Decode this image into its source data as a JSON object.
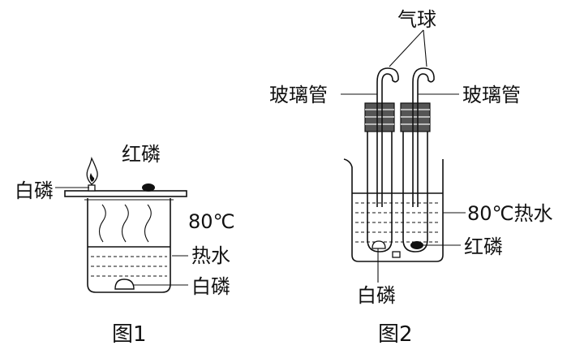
{
  "figure1": {
    "label_white_phosphorus_top": "白磷",
    "label_red_phosphorus": "红磷",
    "label_temperature": "80℃",
    "label_hot_water": "热水",
    "label_white_phosphorus_bottom": "白磷",
    "caption": "图1"
  },
  "figure2": {
    "label_balloon": "气球",
    "label_glass_tube_left": "玻璃管",
    "label_glass_tube_right": "玻璃管",
    "label_hot_water": "80℃热水",
    "label_red_phosphorus": "红磷",
    "label_white_phosphorus": "白磷",
    "caption": "图2"
  }
}
